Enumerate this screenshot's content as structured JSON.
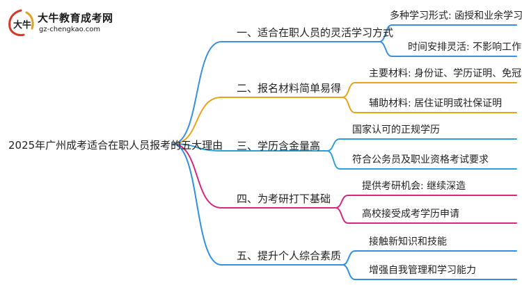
{
  "watermark": {
    "title": "大牛教育成考网",
    "url": "gz-chengkao.com",
    "mark_text": "大牛"
  },
  "mindmap": {
    "root": "2025年广州成考适合在职人员报考的五大理由",
    "branches": [
      {
        "label": "一、适合在职人员的灵活学习方式",
        "color": "#3b8fe0",
        "leaves": [
          "多种学习形式: 函授和业余学习",
          "时间安排灵活: 不影响工作"
        ]
      },
      {
        "label": "二、报名材料简单易得",
        "color": "#e8a317",
        "leaves": [
          "主要材料: 身份证、学历证明、免冠照片",
          "辅助材料: 居住证明或社保证明"
        ]
      },
      {
        "label": "三、学历含金量高",
        "color": "#2e9fd6",
        "leaves": [
          "国家认可的正规学历",
          "符合公务员及职业资格考试要求"
        ]
      },
      {
        "label": "四、为考研打下基础",
        "color": "#d6287a",
        "leaves": [
          "提供考研机会: 继续深造",
          "高校接受成考学历申请"
        ]
      },
      {
        "label": "五、提升个人综合素质",
        "color": "#2f8fe0",
        "leaves": [
          "接触新知识和技能",
          "增强自我管理和学习能力"
        ]
      }
    ]
  }
}
